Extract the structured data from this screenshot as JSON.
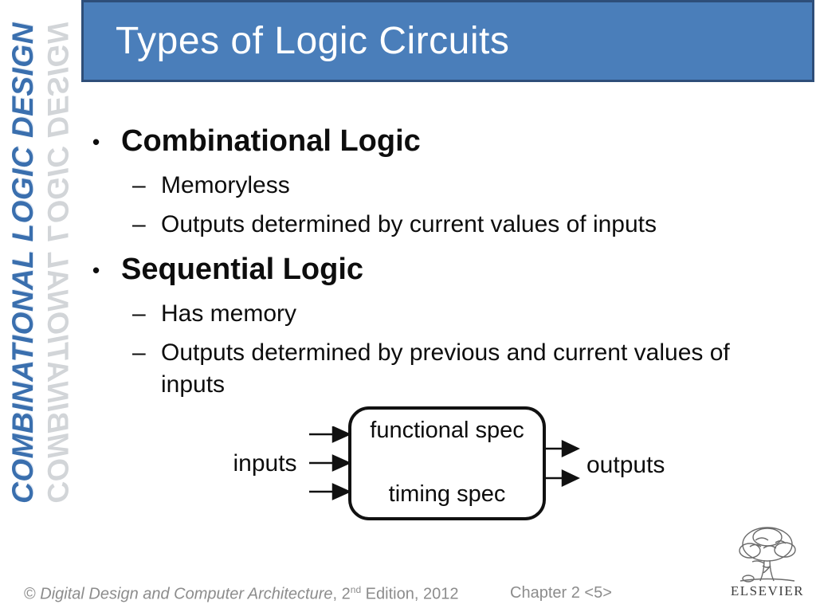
{
  "banner": {
    "text": "COMBINATIONAL LOGIC DESIGN"
  },
  "title": "Types of Logic Circuits",
  "markers": {
    "bullet": "•",
    "dash": "–"
  },
  "bullets": [
    {
      "label": "Combinational Logic",
      "sub": [
        "Memoryless",
        "Outputs determined by current values of inputs"
      ]
    },
    {
      "label": "Sequential Logic",
      "sub": [
        "Has memory",
        "Outputs determined by previous and current values of inputs"
      ]
    }
  ],
  "diagram": {
    "box_top_label": "functional spec",
    "box_bottom_label": "timing spec",
    "inputs_label": "inputs",
    "outputs_label": "outputs"
  },
  "footer": {
    "copyright_symbol": "© ",
    "book_title": "Digital Design and Computer Architecture",
    "edition_prefix": ", 2",
    "edition_superscript": "nd",
    "edition_suffix": " Edition, 2012",
    "chapter_label": "Chapter 2 <5>"
  },
  "logo": {
    "wordmark": "ELSEVIER"
  },
  "colors": {
    "title_bar_fill": "#4A7EBA",
    "title_bar_border": "#2E4E79",
    "banner_blue": "#3A6FAE",
    "banner_reflection": "#AEB3BA",
    "body_text": "#0D0D0D",
    "footer_gray": "#8C8C8C",
    "title_text": "#FFFFFF"
  }
}
